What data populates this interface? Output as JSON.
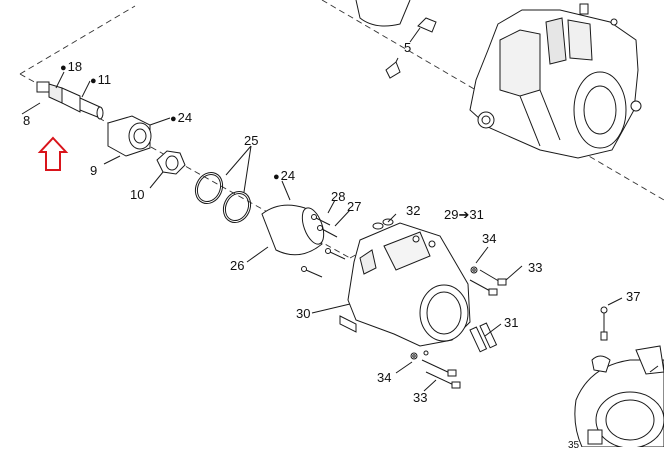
{
  "colors": {
    "line": "#1a1a1a",
    "dash": "#333333",
    "shade": "#bdbdbd",
    "arrow": "#d9141b"
  },
  "icons": {
    "drop": "oil-drop-icon",
    "arrow_up": "red-up-arrow-icon",
    "right_arrow": "range-arrow-icon"
  },
  "labels": {
    "p18": {
      "num": "18",
      "drop": "●"
    },
    "p11": {
      "num": "11",
      "drop": "●"
    },
    "p8": "8",
    "p24a": {
      "num": "24",
      "drop": "●"
    },
    "p9": "9",
    "p10": "10",
    "p25": "25",
    "p24b": {
      "num": "24",
      "drop": "●"
    },
    "p26": "26",
    "p28": "28",
    "p27": "27",
    "p32": "32",
    "p29_31": {
      "from": "29",
      "arrow": "➔",
      "to": "31"
    },
    "p34a": "34",
    "p33a": "33",
    "p30": "30",
    "p31": "31",
    "p34b": "34",
    "p33b": "33",
    "p37": "37",
    "p5": "5",
    "p35": "35"
  }
}
